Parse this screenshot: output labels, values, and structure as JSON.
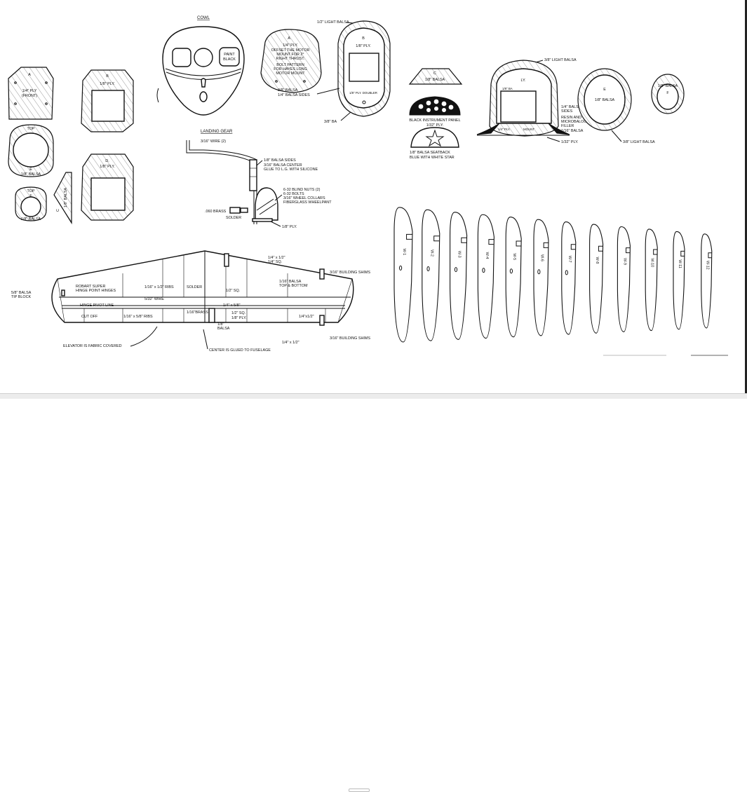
{
  "parts": {
    "A": {
      "letter": "A",
      "material": "1/4\" PLY",
      "note": "(FRONT)"
    },
    "B": {
      "letter": "B",
      "material": "1/8\" PLY."
    },
    "E": {
      "top": "TOP",
      "letter": "E",
      "material": "1/8\" BALSA"
    },
    "D": {
      "letter": "D.",
      "material": "1/8\" PLY."
    },
    "F": {
      "top": "TOP",
      "letter": "F",
      "material": "1/8\" BALSA"
    },
    "C": {
      "letter": "C",
      "material": "1/8\" BALSA"
    }
  },
  "cowl": {
    "title": "COWL",
    "paint": [
      "PAINT",
      "BLACK"
    ]
  },
  "former_a": {
    "letter": "A",
    "material": "1/4\" PLY.",
    "notes": [
      "OFFSET THE MOTOR",
      "MOUNT FOR 2°",
      "RIGHT THRUST.",
      "BOLT PATTERN",
      "FOR HAYES LONG",
      "MOTOR MOUNT"
    ]
  },
  "former_b": {
    "top_label": "1/2\" LIGHT BALSA",
    "letter": "B",
    "material": "1/8\" PLY.",
    "doubler": "1/8\" PLY. DOUBLER",
    "side1": "3/8\" BALSA",
    "side2": "1/4\" BALSA SIDES",
    "bottom_label": "3/8\" BA"
  },
  "former_c2": {
    "letter": "C",
    "material": "1/8\" BALSA"
  },
  "instrument": {
    "label1": "BLACK INSTRUMENT PANEL",
    "label2": "1/32\" PLY."
  },
  "seatback": {
    "label1": "1/8\" BALSA SEATBACK",
    "label2": "BLUE WITH WHITE STAR"
  },
  "fuselage_section": {
    "top_label": "3/8\" LIGHT BALSA",
    "ly": "LY.",
    "inner1": "1/8\" BA",
    "inner2": "1/4\" PLY.",
    "inner3": "MOUNT",
    "notes": [
      "1/4\" BALSA",
      "SIDES",
      "RESIN AND",
      "MICROBALOON",
      "FILLER",
      "1/16\" BALSA"
    ],
    "ply": "1/32\" PLY."
  },
  "former_e2": {
    "letter": "E",
    "material": "1/8\" BALSA",
    "bottom": "3/8\" LIGHT BALSA"
  },
  "former_f2": {
    "material": "1/8\" BALSA",
    "letter": "F"
  },
  "landing_gear": {
    "title": "LANDING GEAR",
    "wire": "3/16\" WIRE (2)",
    "notes": [
      "1/8\" BALSA SIDES",
      "3/16\" BALSA CENTER",
      "GLUE TO L.G. WITH SILICONE"
    ],
    "hardware": [
      "6-32 BLIND NUTS (2)",
      "6-32 BOLTS",
      "3/16\" WHEEL COLLARS",
      "FIBERGLASS WHEELPANT"
    ],
    "brass": ".060 BRASS",
    "solder": "SOLDER",
    "ply": "1/8\" PLY."
  },
  "stab": {
    "tip": [
      "5/8\" BALSA",
      "TIP BLOCK"
    ],
    "hinges": [
      "ROBART SUPER",
      "HINGE POINT HINGES"
    ],
    "ribs": "1/16\" x 1/2\" RIBS",
    "solder": "SOLDER",
    "spar": [
      "1/4\" x 1/2\"",
      "1/4\" SQ."
    ],
    "shims": "3/16\" BUILDING SHIMS",
    "skin": [
      "1/16\" BALSA",
      "TOP & BOTTOM"
    ],
    "sq": "1/2\" SQ.",
    "wire": "5/32\" WIRE",
    "pivot": "HINGE PIVOT LINE",
    "spar2": "1/4\" x 5/8\"",
    "cutoff": "CUT OFF",
    "ribs2": "1/16\" x 5/8\" RIBS",
    "brass": "1/16\"BRASS",
    "sq2": "1/2\" SQ.",
    "ply": "1/8\" PLY.",
    "balsa": [
      "1/8\"",
      "BALSA"
    ],
    "half": "1/4\"x1/2\"",
    "fabric": "ELEVATOR IS FABRIC COVERED",
    "center": "CENTER IS GLUED TO FUSELAGE",
    "half2": "1/4\" x 1/2\"",
    "shims2": "3/16\" BUILDING SHIMS"
  },
  "ribs": [
    "W-1",
    "W-2",
    "W-3",
    "W-4",
    "W-5",
    "W-6",
    "W-7",
    "W-8",
    "W-9",
    "W-10",
    "W-11",
    "W-12"
  ]
}
